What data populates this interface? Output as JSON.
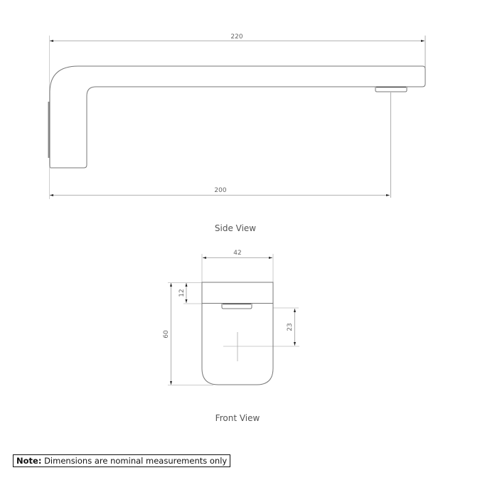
{
  "side_view": {
    "caption": "Side View",
    "dimensions": {
      "overall_length": "220",
      "wall_to_outlet": "200"
    }
  },
  "front_view": {
    "caption": "Front View",
    "dimensions": {
      "width": "42",
      "total_height": "60",
      "top_band_height": "12",
      "outlet_to_center": "23"
    }
  },
  "note": {
    "label": "Note:",
    "text": "Dimensions are nominal measurements only"
  },
  "colors": {
    "outline": "#777777",
    "dimension_line": "#9a9a9a",
    "text": "#666666",
    "note_border": "#111111"
  }
}
